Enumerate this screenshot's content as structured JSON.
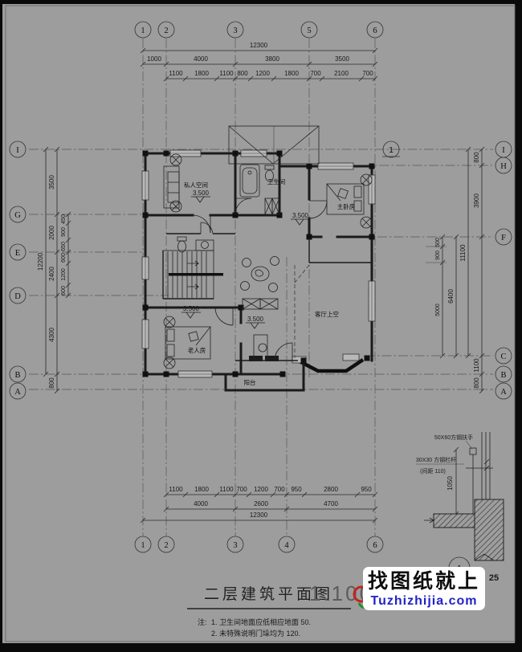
{
  "axes": {
    "top": [
      "1",
      "2",
      "3",
      "5",
      "6"
    ],
    "bottom": [
      "1",
      "2",
      "3",
      "4",
      "6"
    ],
    "left": [
      "I",
      "G",
      "E",
      "D",
      "B",
      "A"
    ],
    "right": [
      "I",
      "H",
      "F",
      "C",
      "B",
      "A"
    ]
  },
  "dims": {
    "top_total": "12300",
    "top_major": [
      "1000",
      "4000",
      "3800",
      "3500"
    ],
    "top_minor": [
      "1100",
      "1800",
      "1100",
      "800",
      "1200",
      "1800",
      "700",
      "2100",
      "700"
    ],
    "bot_minor": [
      "1100",
      "1800",
      "1100",
      "700",
      "1200",
      "700",
      "950",
      "2800",
      "950"
    ],
    "bot_major": [
      "4000",
      "2600",
      "4700"
    ],
    "bot_total": "12300",
    "left_total": "12200",
    "left_major": [
      "3500",
      "2000",
      "2400",
      "4300",
      "800"
    ],
    "left_minor": [
      "450",
      "900",
      "650",
      "600",
      "1200",
      "600"
    ],
    "right_major": [
      "800",
      "3900",
      "1100",
      "800"
    ],
    "right_span": "11100",
    "right_mid": "6400",
    "right_minor": [
      "500",
      "900",
      "5000"
    ]
  },
  "rooms": {
    "private": "私人空间",
    "bath": "卫生间",
    "master": "主卧房",
    "elder": "老人房",
    "void": "客厅上空",
    "balcony": "阳台"
  },
  "elev": "3.500",
  "plan_marker": "1",
  "detail": {
    "handrail": "50X60方钢扶手",
    "baluster": "30X30 方钢栏杆",
    "spacing": "(间距 110)",
    "height": "1050",
    "marker": "1"
  },
  "title": {
    "name": "二层建筑平面图",
    "scale": "1:100"
  },
  "notes": {
    "label": "注:",
    "line1": "1. 卫生间地面应低相应地面  50.",
    "line2": "2. 未特殊说明门垛均为  120."
  },
  "watermark": {
    "cn": "找图纸就上",
    "en": "Tuzhizhijia.com"
  },
  "page": "25"
}
